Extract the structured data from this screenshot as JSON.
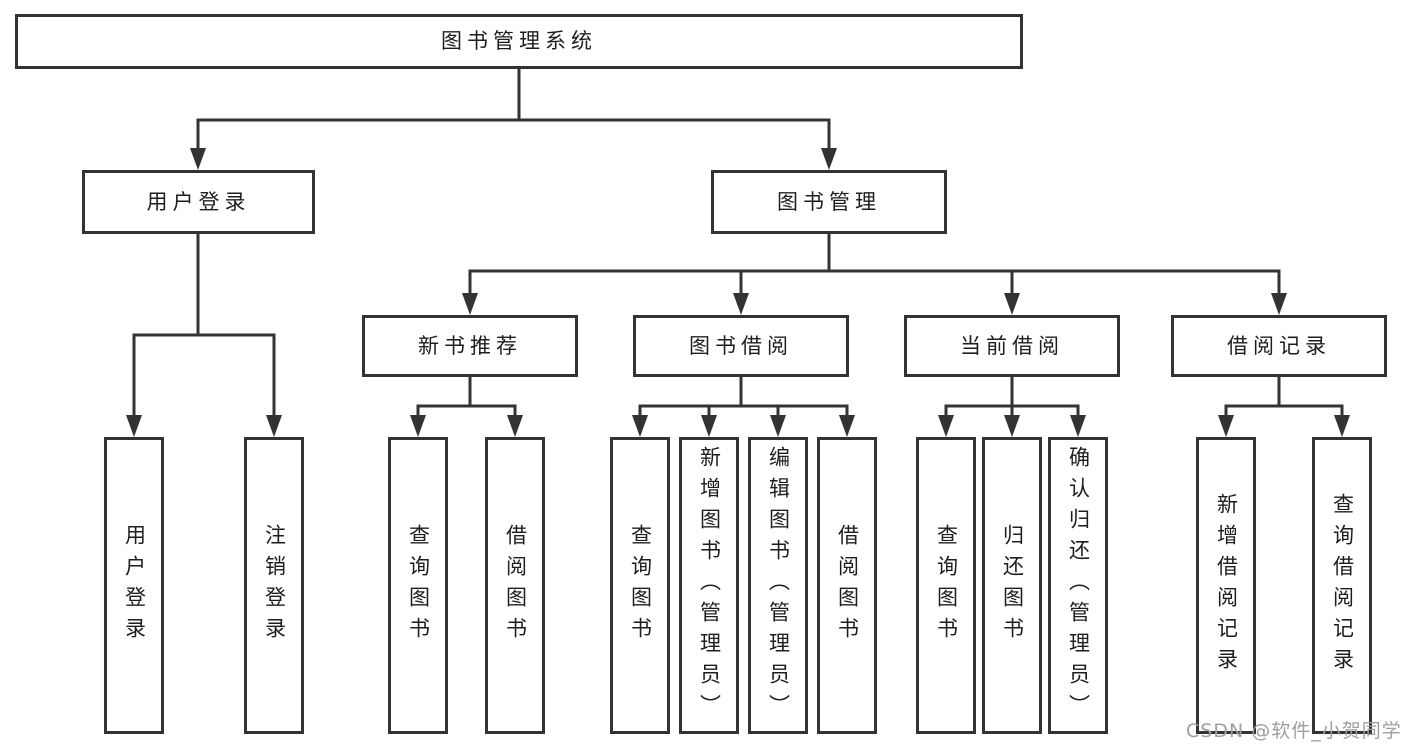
{
  "diagram_type": "hierarchy-tree",
  "colors": {
    "line": "#333333",
    "box_border": "#333333",
    "box_fill": "#ffffff",
    "text": "#1e1e1e",
    "watermark": "#9f9f9f",
    "background": "#ffffff"
  },
  "tree": {
    "root": {
      "label": "图书管理系统",
      "children": [
        {
          "label": "用户登录",
          "children": [
            {
              "label": "用户登录"
            },
            {
              "label": "注销登录"
            }
          ]
        },
        {
          "label": "图书管理",
          "children": [
            {
              "label": "新书推荐",
              "children": [
                {
                  "label": "查询图书"
                },
                {
                  "label": "借阅图书"
                }
              ]
            },
            {
              "label": "图书借阅",
              "children": [
                {
                  "label": "查询图书"
                },
                {
                  "label": "新增图书（管理员）"
                },
                {
                  "label": "编辑图书（管理员）"
                },
                {
                  "label": "借阅图书"
                }
              ]
            },
            {
              "label": "当前借阅",
              "children": [
                {
                  "label": "查询图书"
                },
                {
                  "label": "归还图书"
                },
                {
                  "label": "确认归还（管理员）"
                }
              ]
            },
            {
              "label": "借阅记录",
              "children": [
                {
                  "label": "新增借阅记录"
                },
                {
                  "label": "查询借阅记录"
                }
              ]
            }
          ]
        }
      ]
    }
  },
  "watermark": {
    "text": "CSDN @软件_小贺同学"
  }
}
